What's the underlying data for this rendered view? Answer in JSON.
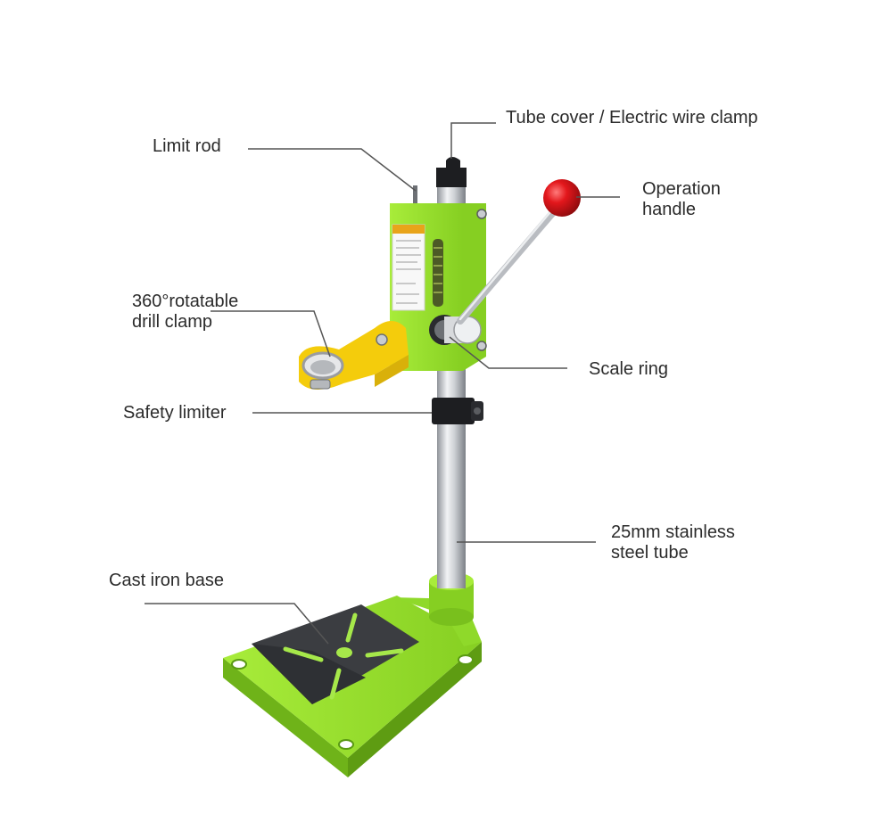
{
  "callouts": {
    "tube_cover": "Tube cover / Electric wire clamp",
    "limit_rod": "Limit rod",
    "operation_handle": [
      "Operation",
      "handle"
    ],
    "drill_clamp": [
      "360°rotatable",
      "drill clamp"
    ],
    "scale_ring": "Scale ring",
    "safety_limiter": "Safety limiter",
    "steel_tube": [
      "25mm stainless",
      "steel tube"
    ],
    "base": "Cast iron base"
  },
  "colors": {
    "body_green": "#9be62c",
    "body_green_dark": "#76bd1c",
    "clamp_yellow": "#f4cc0c",
    "steel": "#c9ccd0",
    "base_plate": "#3b3d41",
    "knob_red": "#e0161b",
    "text": "#2b2b2b",
    "leader": "#555555"
  }
}
